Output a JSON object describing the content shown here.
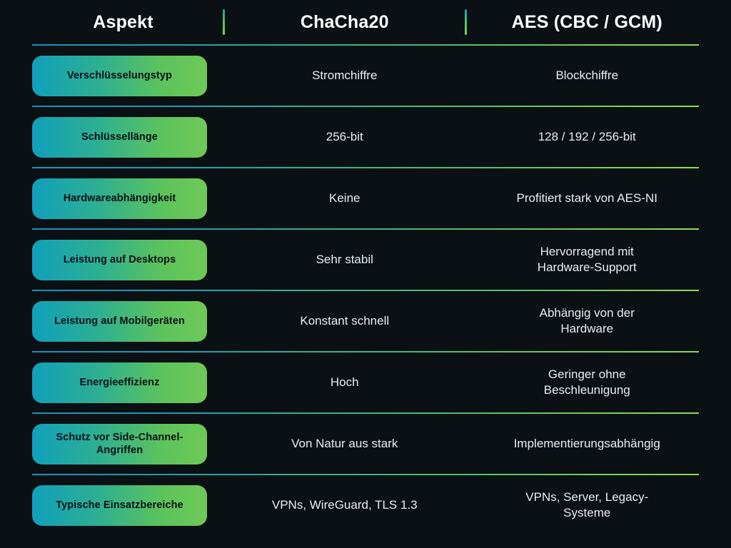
{
  "header": {
    "aspect_label": "Aspekt",
    "column_1_label": "ChaCha20",
    "column_2_label": "AES (CBC / GCM)"
  },
  "colors": {
    "background": "#0a1013",
    "pill_gradient_start": "#0fa0bb",
    "pill_gradient_end": "#6ec957",
    "divider_gradient_start": "#1a8fc1",
    "divider_gradient_end": "#8ede4f",
    "header_text": "#ffffff",
    "pill_text": "#0b1016",
    "value_text": "#e8edf1"
  },
  "rows": [
    {
      "aspect": "Verschlüsselungstyp",
      "chacha20": "Stromchiffre",
      "aes": "Blockchiffre"
    },
    {
      "aspect": "Schlüssellänge",
      "chacha20": "256-bit",
      "aes": "128 / 192 / 256-bit"
    },
    {
      "aspect": "Hardwareabhängigkeit",
      "chacha20": "Keine",
      "aes": "Profitiert stark von AES-NI"
    },
    {
      "aspect": "Leistung auf Desktops",
      "chacha20": "Sehr stabil",
      "aes": "Hervorragend mit\nHardware-Support"
    },
    {
      "aspect": "Leistung auf Mobilgeräten",
      "chacha20": "Konstant schnell",
      "aes": "Abhängig von der\nHardware"
    },
    {
      "aspect": "Energieeffizienz",
      "chacha20": "Hoch",
      "aes": "Geringer ohne\nBeschleunigung"
    },
    {
      "aspect": "Schutz vor Side-Channel-Angriffen",
      "chacha20": "Von Natur aus stark",
      "aes": "Implementierungsabhängig"
    },
    {
      "aspect": "Typische Einsatzbereiche",
      "chacha20": "VPNs, WireGuard, TLS 1.3",
      "aes": "VPNs, Server, Legacy-\nSysteme"
    }
  ]
}
